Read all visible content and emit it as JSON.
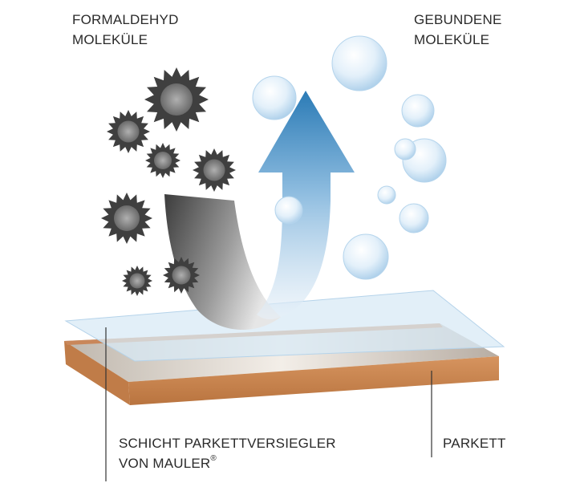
{
  "labels": {
    "formaldehyd": [
      "FORMALDEHYD",
      "MOLEKÜLE"
    ],
    "gebunden": [
      "GEBUNDENE",
      "MOLEKÜLE"
    ],
    "schicht": [
      "SCHICHT PARKETTVERSIEGLER",
      "VON MAULER"
    ],
    "schicht_mark": "®",
    "parkett": "PARKETT"
  },
  "colors": {
    "arrow_blue": "#2f7fb8",
    "arrow_light": "#dbeaf6",
    "curl_dark": "#4a4a4a",
    "curl_light": "#d9d9d9",
    "parkett_wood": "#c8875a",
    "parkett_edge": "#a9693d",
    "coating": "#cfe3f2",
    "molecule_dark": "#3f3f3f",
    "molecule_light": "#9a9a9a",
    "bubble": "#cfe6f7"
  }
}
